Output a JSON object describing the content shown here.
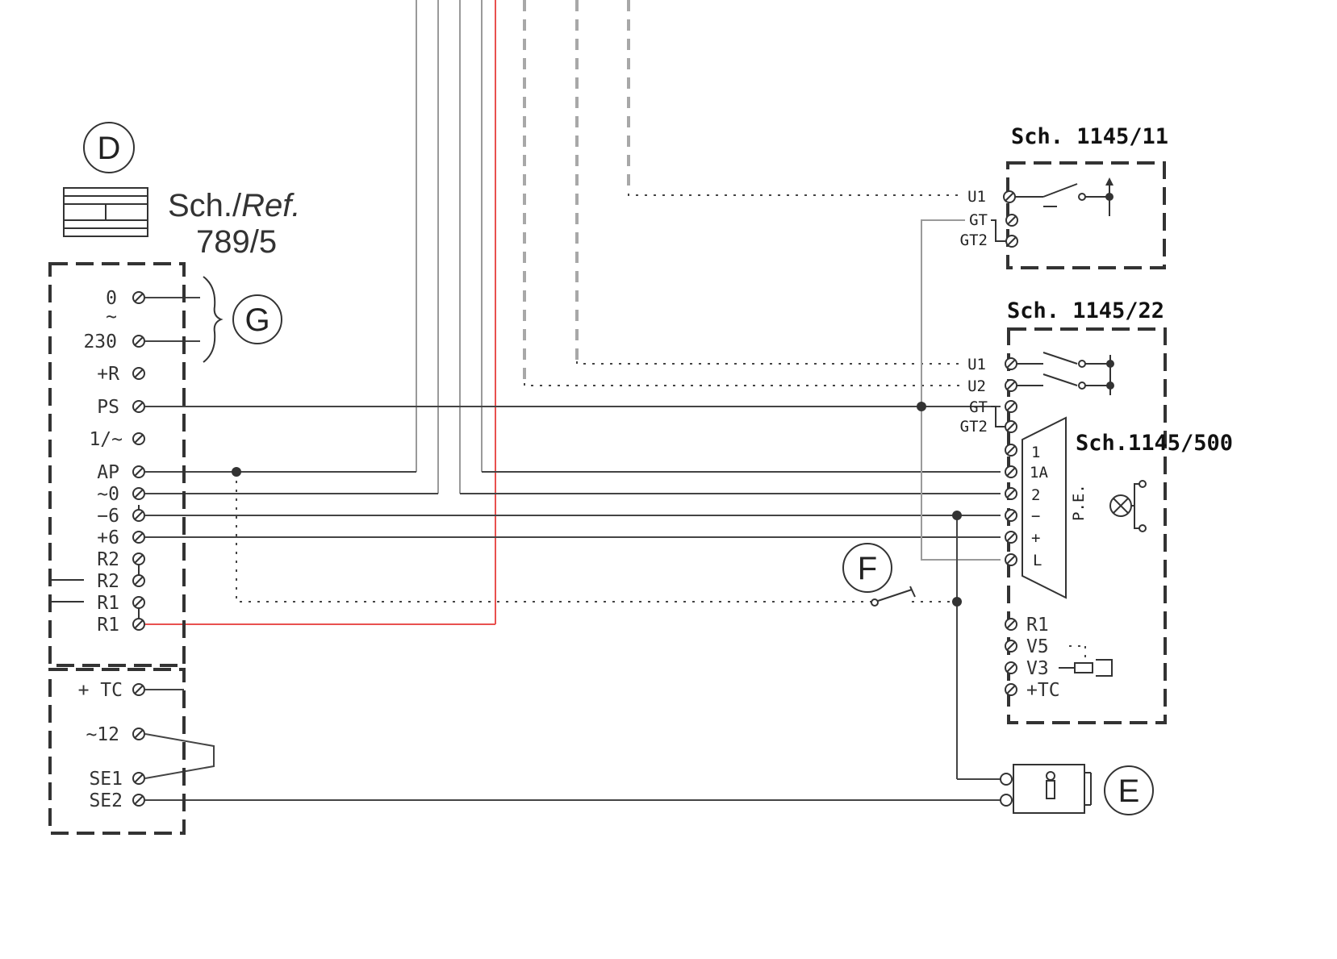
{
  "module_d": {
    "letter": "D",
    "ref_line1": "Sch./",
    "ref_italic": "Ref.",
    "ref_line2": "789/5"
  },
  "power_supply": {
    "terminals": [
      "0",
      "~",
      "230",
      "+R",
      "PS",
      "1/~",
      "AP",
      "~0",
      "−6",
      "+6",
      "R2",
      "R2",
      "R1",
      "R1"
    ],
    "group_letter": "G"
  },
  "lower_block": {
    "terminals": [
      "+ TC",
      "~12",
      "SE1",
      "SE2"
    ]
  },
  "module_1145_11": {
    "title": "Sch. 1145/11",
    "terminals": [
      "U1",
      "GT",
      "GT2"
    ]
  },
  "module_1145_22": {
    "title": "Sch. 1145/22",
    "terminals": [
      "U1",
      "U2",
      "GT",
      "GT2"
    ],
    "connector_pins": [
      "1",
      "1A",
      "2",
      "−",
      "+",
      "L"
    ],
    "connector_label": "P.E.",
    "lower_terminals": [
      "R1",
      "V5",
      "V3",
      "+TC"
    ]
  },
  "module_1145_500": {
    "title": "Sch.1145/500"
  },
  "callouts": {
    "f": "F",
    "e": "E"
  }
}
